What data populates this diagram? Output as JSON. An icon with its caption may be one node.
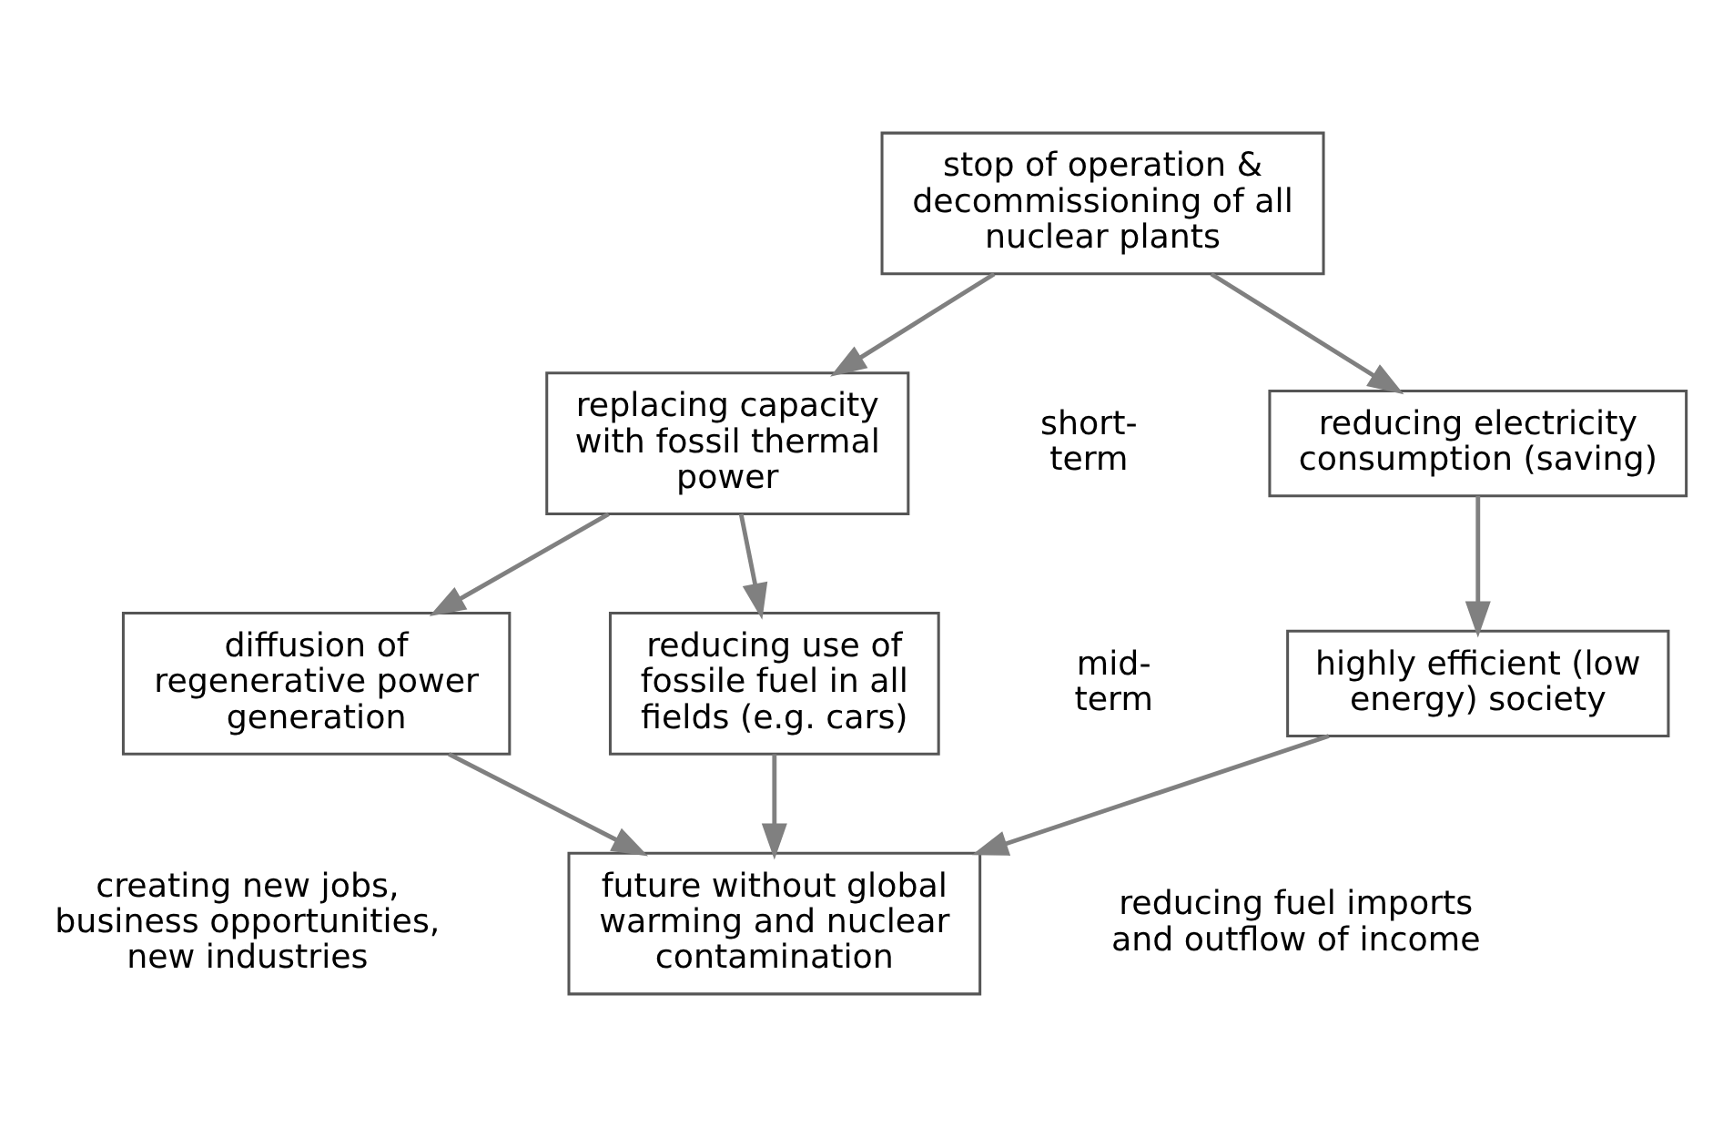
{
  "diagram": {
    "nodes": [
      {
        "text": [
          "stop of operation & decommissioning of all nuclear plants"
        ]
      },
      {
        "text": [
          "reducing electricity consumption (saving)"
        ]
      },
      {
        "text": [
          "replacing capacity with fossil thermal power"
        ]
      },
      {
        "text": [
          "highly efficient (low energy) society"
        ]
      },
      {
        "text": [
          "diffusion of regenerative power generation"
        ]
      },
      {
        "text": [
          "reducing use of fossile fuel in all fields (e.g. cars)"
        ]
      },
      {
        "text": [
          "future without global warming and nuclear contamination"
        ]
      }
    ],
    "edges": [
      {
        "from": 0,
        "to": 1,
        "arrow": "to"
      },
      {
        "from": 0,
        "to": 2,
        "arrow": "to"
      },
      {
        "from": 1,
        "to": 3,
        "arrow": "to"
      },
      {
        "from": 2,
        "to": 4,
        "arrow": "to"
      },
      {
        "from": 2,
        "to": 5,
        "arrow": "to"
      },
      {
        "from": 3,
        "to": 6,
        "arrow": "to"
      },
      {
        "from": 4,
        "to": 6,
        "arrow": "to"
      },
      {
        "from": 5,
        "to": 6,
        "arrow": "to"
      }
    ],
    "labels": [
      "short-term",
      "mid-term",
      "creating new jobs, business opportunities, new industries",
      "reducing fuel imports and outflow of income"
    ]
  }
}
